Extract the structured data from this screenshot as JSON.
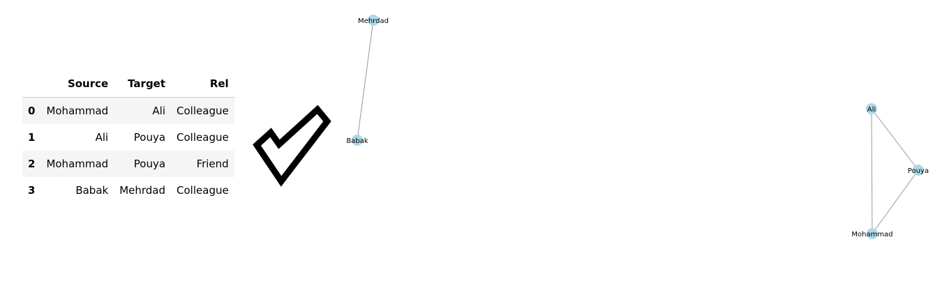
{
  "table": {
    "headers": [
      "",
      "Source",
      "Target",
      "Rel"
    ],
    "rows": [
      {
        "index": "0",
        "source": "Mohammad",
        "target": "Ali",
        "rel": "Colleague"
      },
      {
        "index": "1",
        "source": "Ali",
        "target": "Pouya",
        "rel": "Colleague"
      },
      {
        "index": "2",
        "source": "Mohammad",
        "target": "Pouya",
        "rel": "Friend"
      },
      {
        "index": "3",
        "source": "Babak",
        "target": "Mehrdad",
        "rel": "Colleague"
      }
    ]
  },
  "checkmark": {
    "icon": "checkmark-icon",
    "color": "#000000"
  },
  "graph": {
    "node_color": "#add8e6",
    "edge_color": "#999999",
    "nodes": [
      "Mehrdad",
      "Babak",
      "Ali",
      "Pouya",
      "Mohammad"
    ],
    "edges": [
      [
        "Mehrdad",
        "Babak"
      ],
      [
        "Ali",
        "Pouya"
      ],
      [
        "Ali",
        "Mohammad"
      ],
      [
        "Pouya",
        "Mohammad"
      ]
    ]
  }
}
